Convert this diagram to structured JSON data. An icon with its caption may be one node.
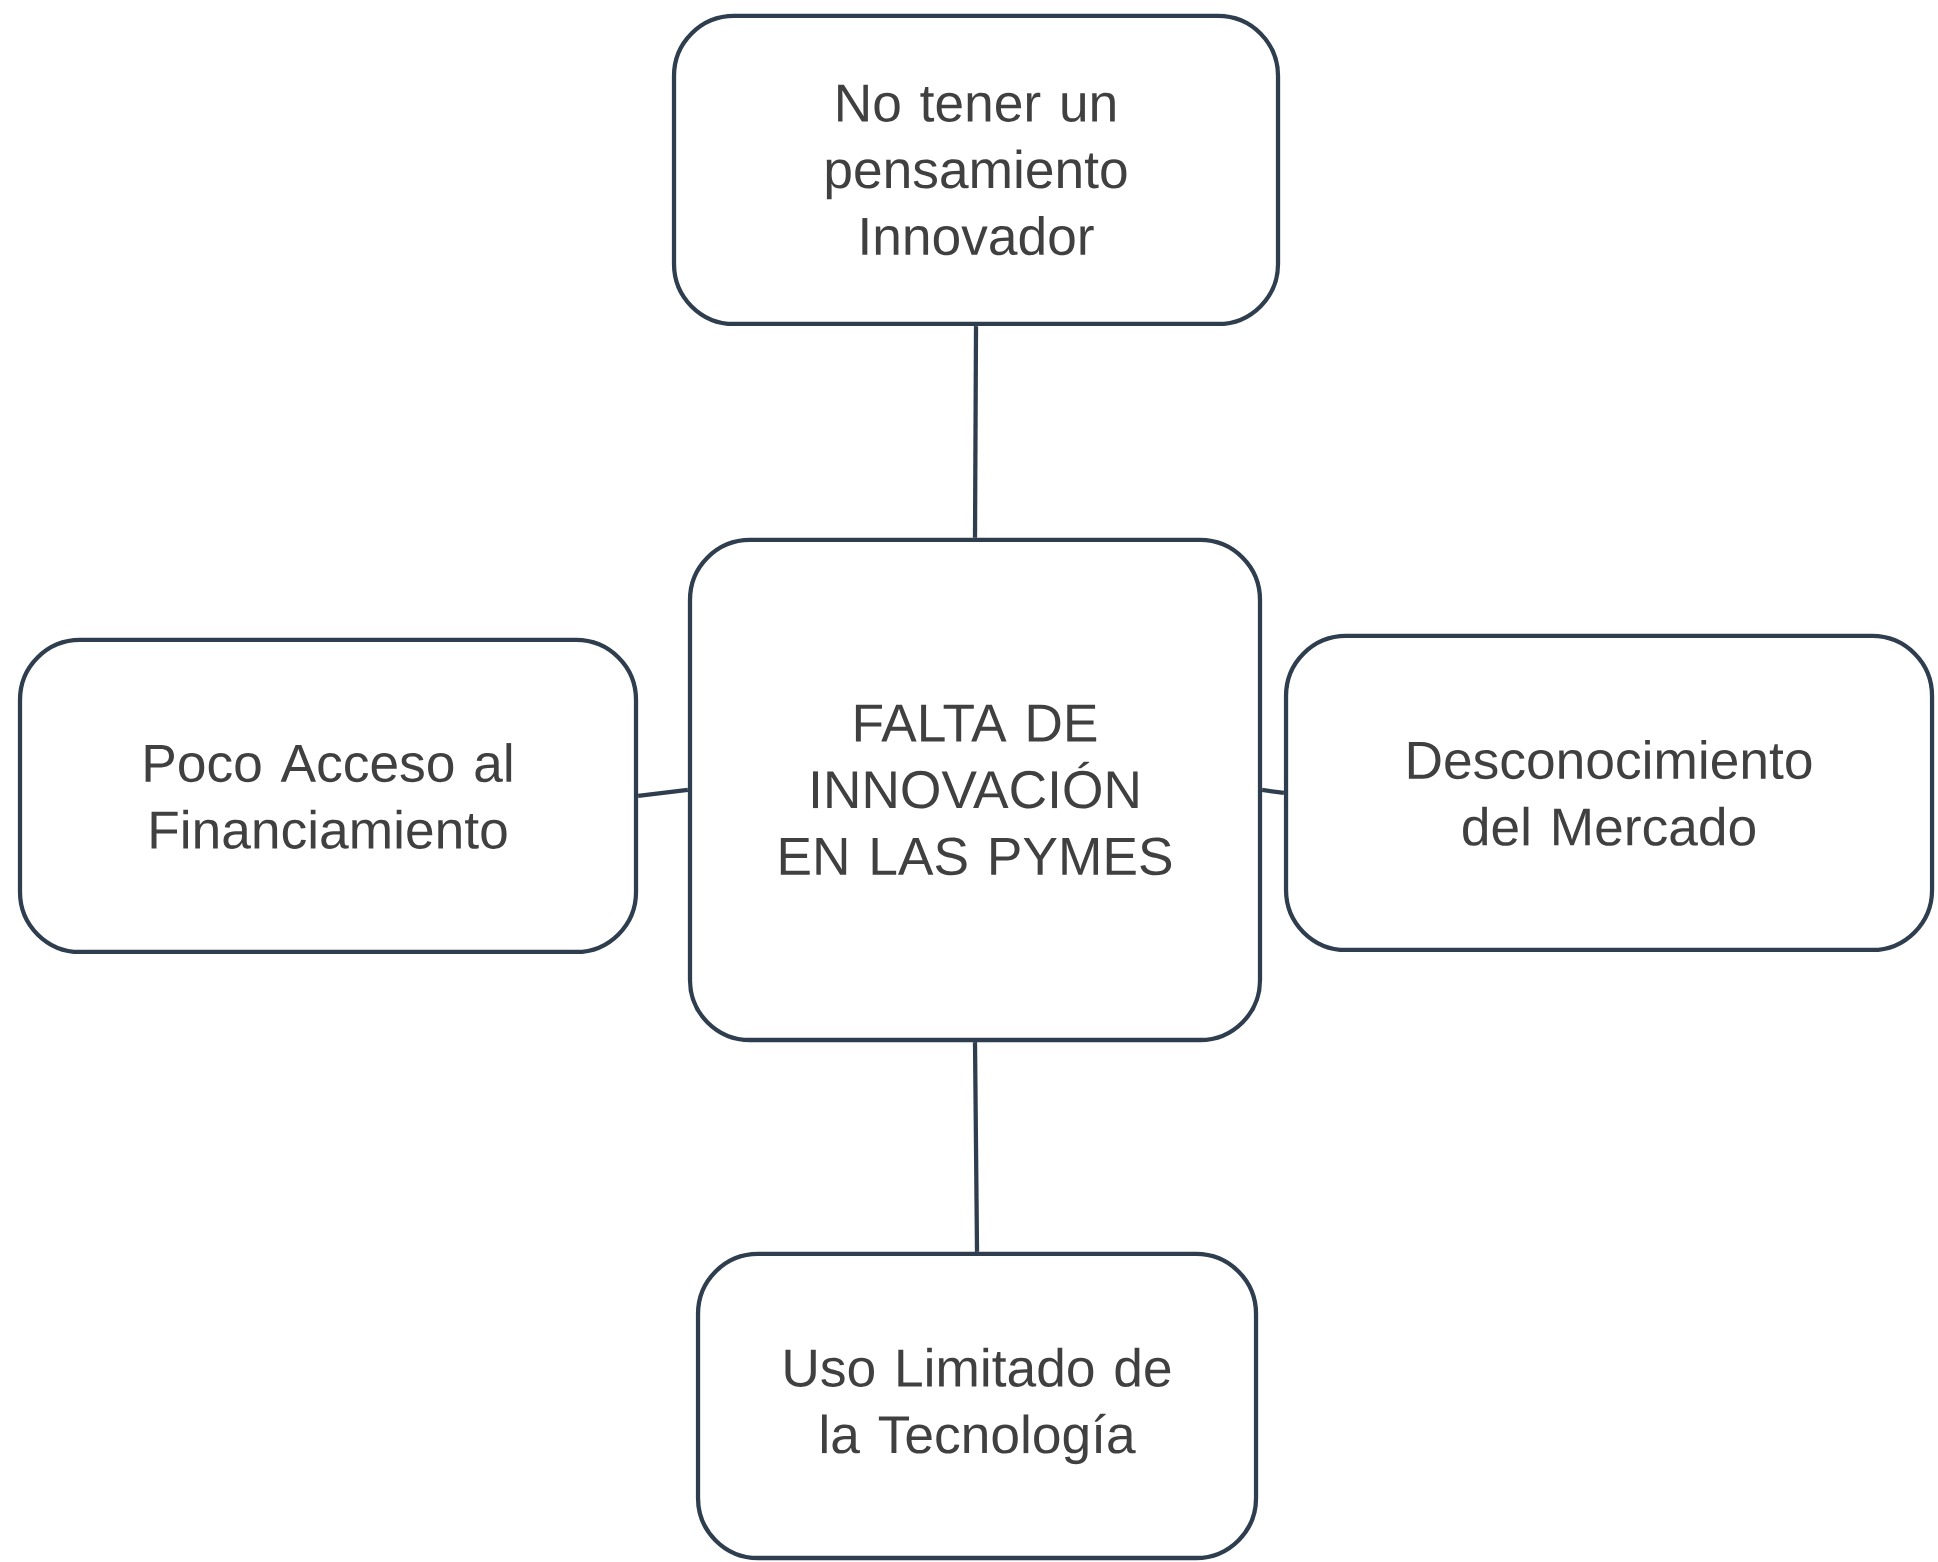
{
  "diagram": {
    "nodes": [
      {
        "text": [
          "No tener un pensamiento Innovador"
        ]
      },
      {
        "text": [
          "Poco Acceso al Financiamiento"
        ]
      },
      {
        "text": [
          "FALTA DE INNOVACIÓN EN LAS PYMES"
        ]
      },
      {
        "text": [
          "Desconocimiento del Mercado"
        ]
      },
      {
        "text": [
          "Uso Limitado de la Tecnología"
        ]
      }
    ],
    "edges": [
      {
        "from": 2,
        "to": 0,
        "arrow": "none"
      },
      {
        "from": 2,
        "to": 1,
        "arrow": "none"
      },
      {
        "from": 2,
        "to": 3,
        "arrow": "none"
      },
      {
        "from": 2,
        "to": 4,
        "arrow": "none"
      }
    ]
  }
}
